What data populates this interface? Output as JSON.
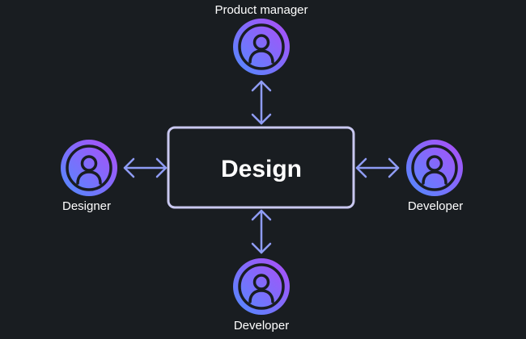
{
  "center": {
    "label": "Design"
  },
  "people": {
    "top": {
      "label": "Product manager",
      "icon": "user-avatar-icon"
    },
    "left": {
      "label": "Designer",
      "icon": "user-avatar-icon"
    },
    "right": {
      "label": "Developer",
      "icon": "user-avatar-icon"
    },
    "bottom": {
      "label": "Developer",
      "icon": "user-avatar-icon"
    }
  },
  "colors": {
    "background": "#191d21",
    "box_border": "#c9c8f0",
    "arrow": "#8f9cf5",
    "avatar_gradient_start": "#4f8cff",
    "avatar_gradient_end": "#b04cf7",
    "avatar_inner": "#191d21",
    "text": "#ffffff"
  }
}
